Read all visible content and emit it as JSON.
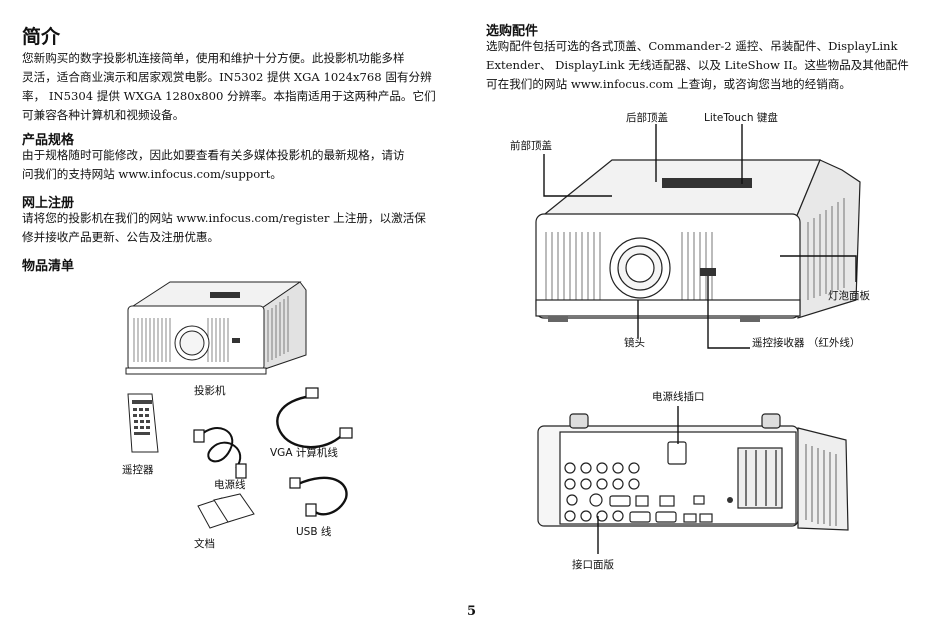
{
  "left": {
    "title": "简介",
    "intro": [
      "您新购买的数字投影机连接简单，使用和维护十分方便。此投影机功能多样",
      "灵活，适合商业演示和居家观赏电影。IN5302 提供 XGA 1024x768 固有分辨",
      "率， IN5304 提供 WXGA 1280x800 分辨率。本指南适用于这两种产品。它们",
      "可兼容各种计算机和视频设备。"
    ],
    "spec_heading": "产品规格",
    "spec_lines": [
      "由于规格随时可能修改，因此如要查看有关多媒体投影机的最新规格，请访",
      "问我们的支持网站 www.infocus.com/support。"
    ],
    "reg_heading": "网上注册",
    "reg_lines": [
      "请将您的投影机在我们的网站 www.infocus.com/register 上注册，以激活保",
      "修并接收产品更新、公告及注册优惠。"
    ],
    "list_heading": "物品清单",
    "items": {
      "projector": "投影机",
      "remote": "遥控器",
      "power_cord": "电源线",
      "vga_cable": "VGA 计算机线",
      "usb_cable": "USB 线",
      "documents": "文档"
    }
  },
  "right": {
    "acc_heading": "选购配件",
    "acc_lines": [
      "选购配件包括可选的各式顶盖、Commander-2 遥控、吊装配件、DisplayLink",
      "Extender、 DisplayLink 无线适配器、以及 LiteShow II。这些物品及其他配件",
      "可在我们的网站 www.infocus.com 上查询，或咨询您当地的经销商。"
    ],
    "labels": {
      "rear_cover": "后部顶盖",
      "litetouch": "LiteTouch 键盘",
      "front_cover": "前部顶盖",
      "lamp_panel": "灯泡面板",
      "lens": "镜头",
      "ir_receiver": "遥控接收器 （红外线）",
      "power_socket": "电源线插口",
      "io_panel": "接口面版"
    }
  },
  "page_number": "5"
}
